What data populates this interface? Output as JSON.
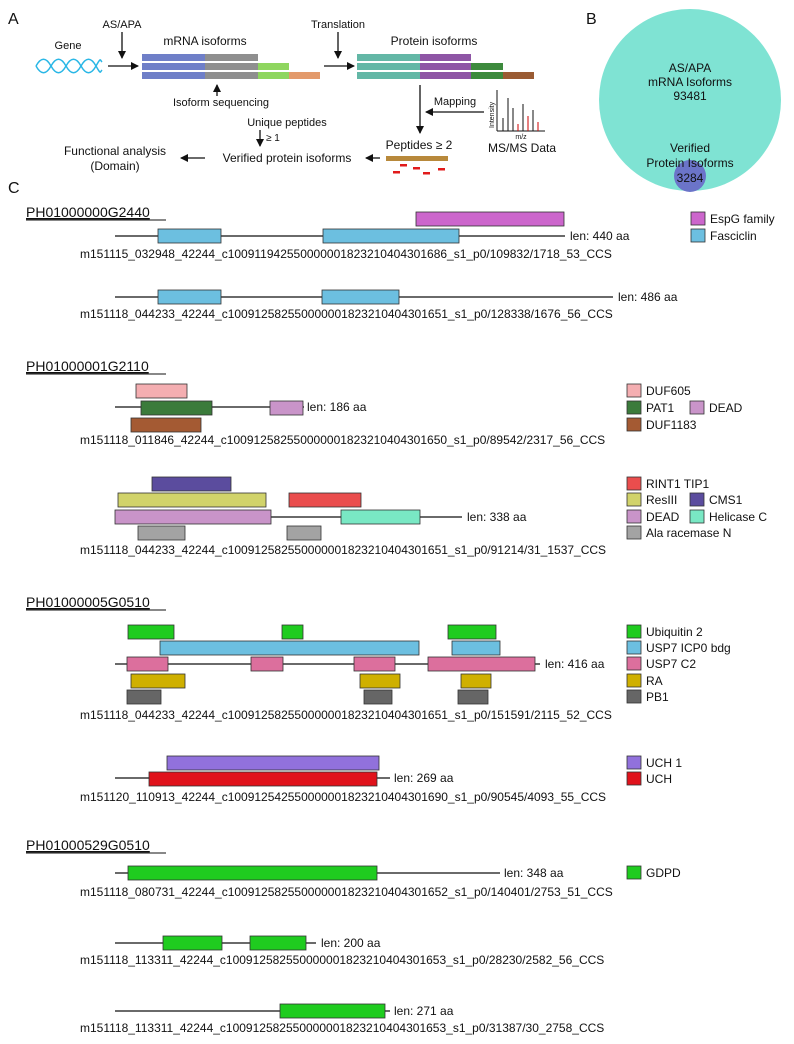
{
  "panels": {
    "a": "A",
    "b": "B",
    "c": "C"
  },
  "panel_a": {
    "gene": "Gene",
    "as_apa": "AS/APA",
    "mrna_isoforms": "mRNA isoforms",
    "translation": "Translation",
    "protein_isoforms": "Protein isoforms",
    "isoform_sequencing": "Isoform sequencing",
    "unique_peptides": "Unique peptides",
    "ge1": "≥ 1",
    "mapping": "Mapping",
    "intensity": "Intensity",
    "mz": "m/z",
    "msms": "MS/MS Data",
    "peptides_ge2": "Peptides ≥ 2",
    "verified": "Verified protein isoforms",
    "functional_1": "Functional  analysis",
    "functional_2": "(Domain)"
  },
  "panel_b": {
    "line1": "AS/APA",
    "line2": "mRNA Isoforms",
    "line3": "93481",
    "v1": "Verified",
    "v2": "Protein Isoforms",
    "v3": "3284",
    "colors": {
      "big": "#7fe3d3",
      "small": "#6b74c9"
    }
  },
  "colors": {
    "espg": "#cc66cc",
    "fasciclin": "#6cbfe0",
    "duf605": "#f4aeb1",
    "pat1": "#3b7b3b",
    "dead": "#c994c9",
    "duf1183": "#a45a33",
    "rint1": "#ea4d4d",
    "resiii": "#d1d36a",
    "cms1": "#5b4c9e",
    "helicase": "#79e8c4",
    "ala": "#a3a3a3",
    "ubiq": "#1fcc1f",
    "usp7icp": "#6cbfe0",
    "usp7c2": "#dc6f9d",
    "ra": "#cfb000",
    "pb1": "#666666",
    "uch1": "#9171dc",
    "uch": "#e0121b",
    "gdpd": "#1fcc1f"
  },
  "genes": [
    {
      "name": "PH01000000G2440",
      "isoforms": [
        {
          "id": "m151115_032948_42244_c100911942550000001823210404301686_s1_p0/109832/1718_53_CCS",
          "len": "len: 440 aa"
        },
        {
          "id": "m151118_044233_42244_c100912582550000001823210404301651_s1_p0/128338/1676_56_CCS",
          "len": "len: 486 aa"
        }
      ],
      "legend": [
        "EspG family",
        "Fasciclin"
      ]
    },
    {
      "name": "PH01000001G2110",
      "isoforms": [
        {
          "id": "m151118_011846_42244_c100912582550000001823210404301650_s1_p0/89542/2317_56_CCS",
          "len": "len: 186 aa"
        },
        {
          "id": "m151118_044233_42244_c100912582550000001823210404301651_s1_p0/91214/31_1537_CCS",
          "len": "len: 338 aa"
        }
      ],
      "legend1": [
        "DUF605",
        "PAT1",
        "DEAD",
        "DUF1183"
      ],
      "legend2": [
        "RINT1 TIP1",
        "ResIII",
        "CMS1",
        "DEAD",
        "Helicase C",
        "Ala racemase N"
      ]
    },
    {
      "name": "PH01000005G0510",
      "isoforms": [
        {
          "id": "m151118_044233_42244_c100912582550000001823210404301651_s1_p0/151591/2115_52_CCS",
          "len": "len: 416 aa"
        },
        {
          "id": "m151120_110913_42244_c100912542550000001823210404301690_s1_p0/90545/4093_55_CCS",
          "len": "len: 269 aa"
        }
      ],
      "legend1": [
        "Ubiquitin 2",
        "USP7 ICP0 bdg",
        "USP7 C2",
        "RA",
        "PB1"
      ],
      "legend2": [
        "UCH 1",
        "UCH"
      ]
    },
    {
      "name": "PH01000529G0510",
      "isoforms": [
        {
          "id": "m151118_080731_42244_c100912582550000001823210404301652_s1_p0/140401/2753_51_CCS",
          "len": "len: 348 aa"
        },
        {
          "id": "m151118_113311_42244_c100912582550000001823210404301653_s1_p0/28230/2582_56_CCS",
          "len": "len: 200 aa"
        },
        {
          "id": "m151118_113311_42244_c100912582550000001823210404301653_s1_p0/31387/30_2758_CCS",
          "len": "len: 271 aa"
        }
      ],
      "legend": [
        "GDPD"
      ]
    }
  ]
}
